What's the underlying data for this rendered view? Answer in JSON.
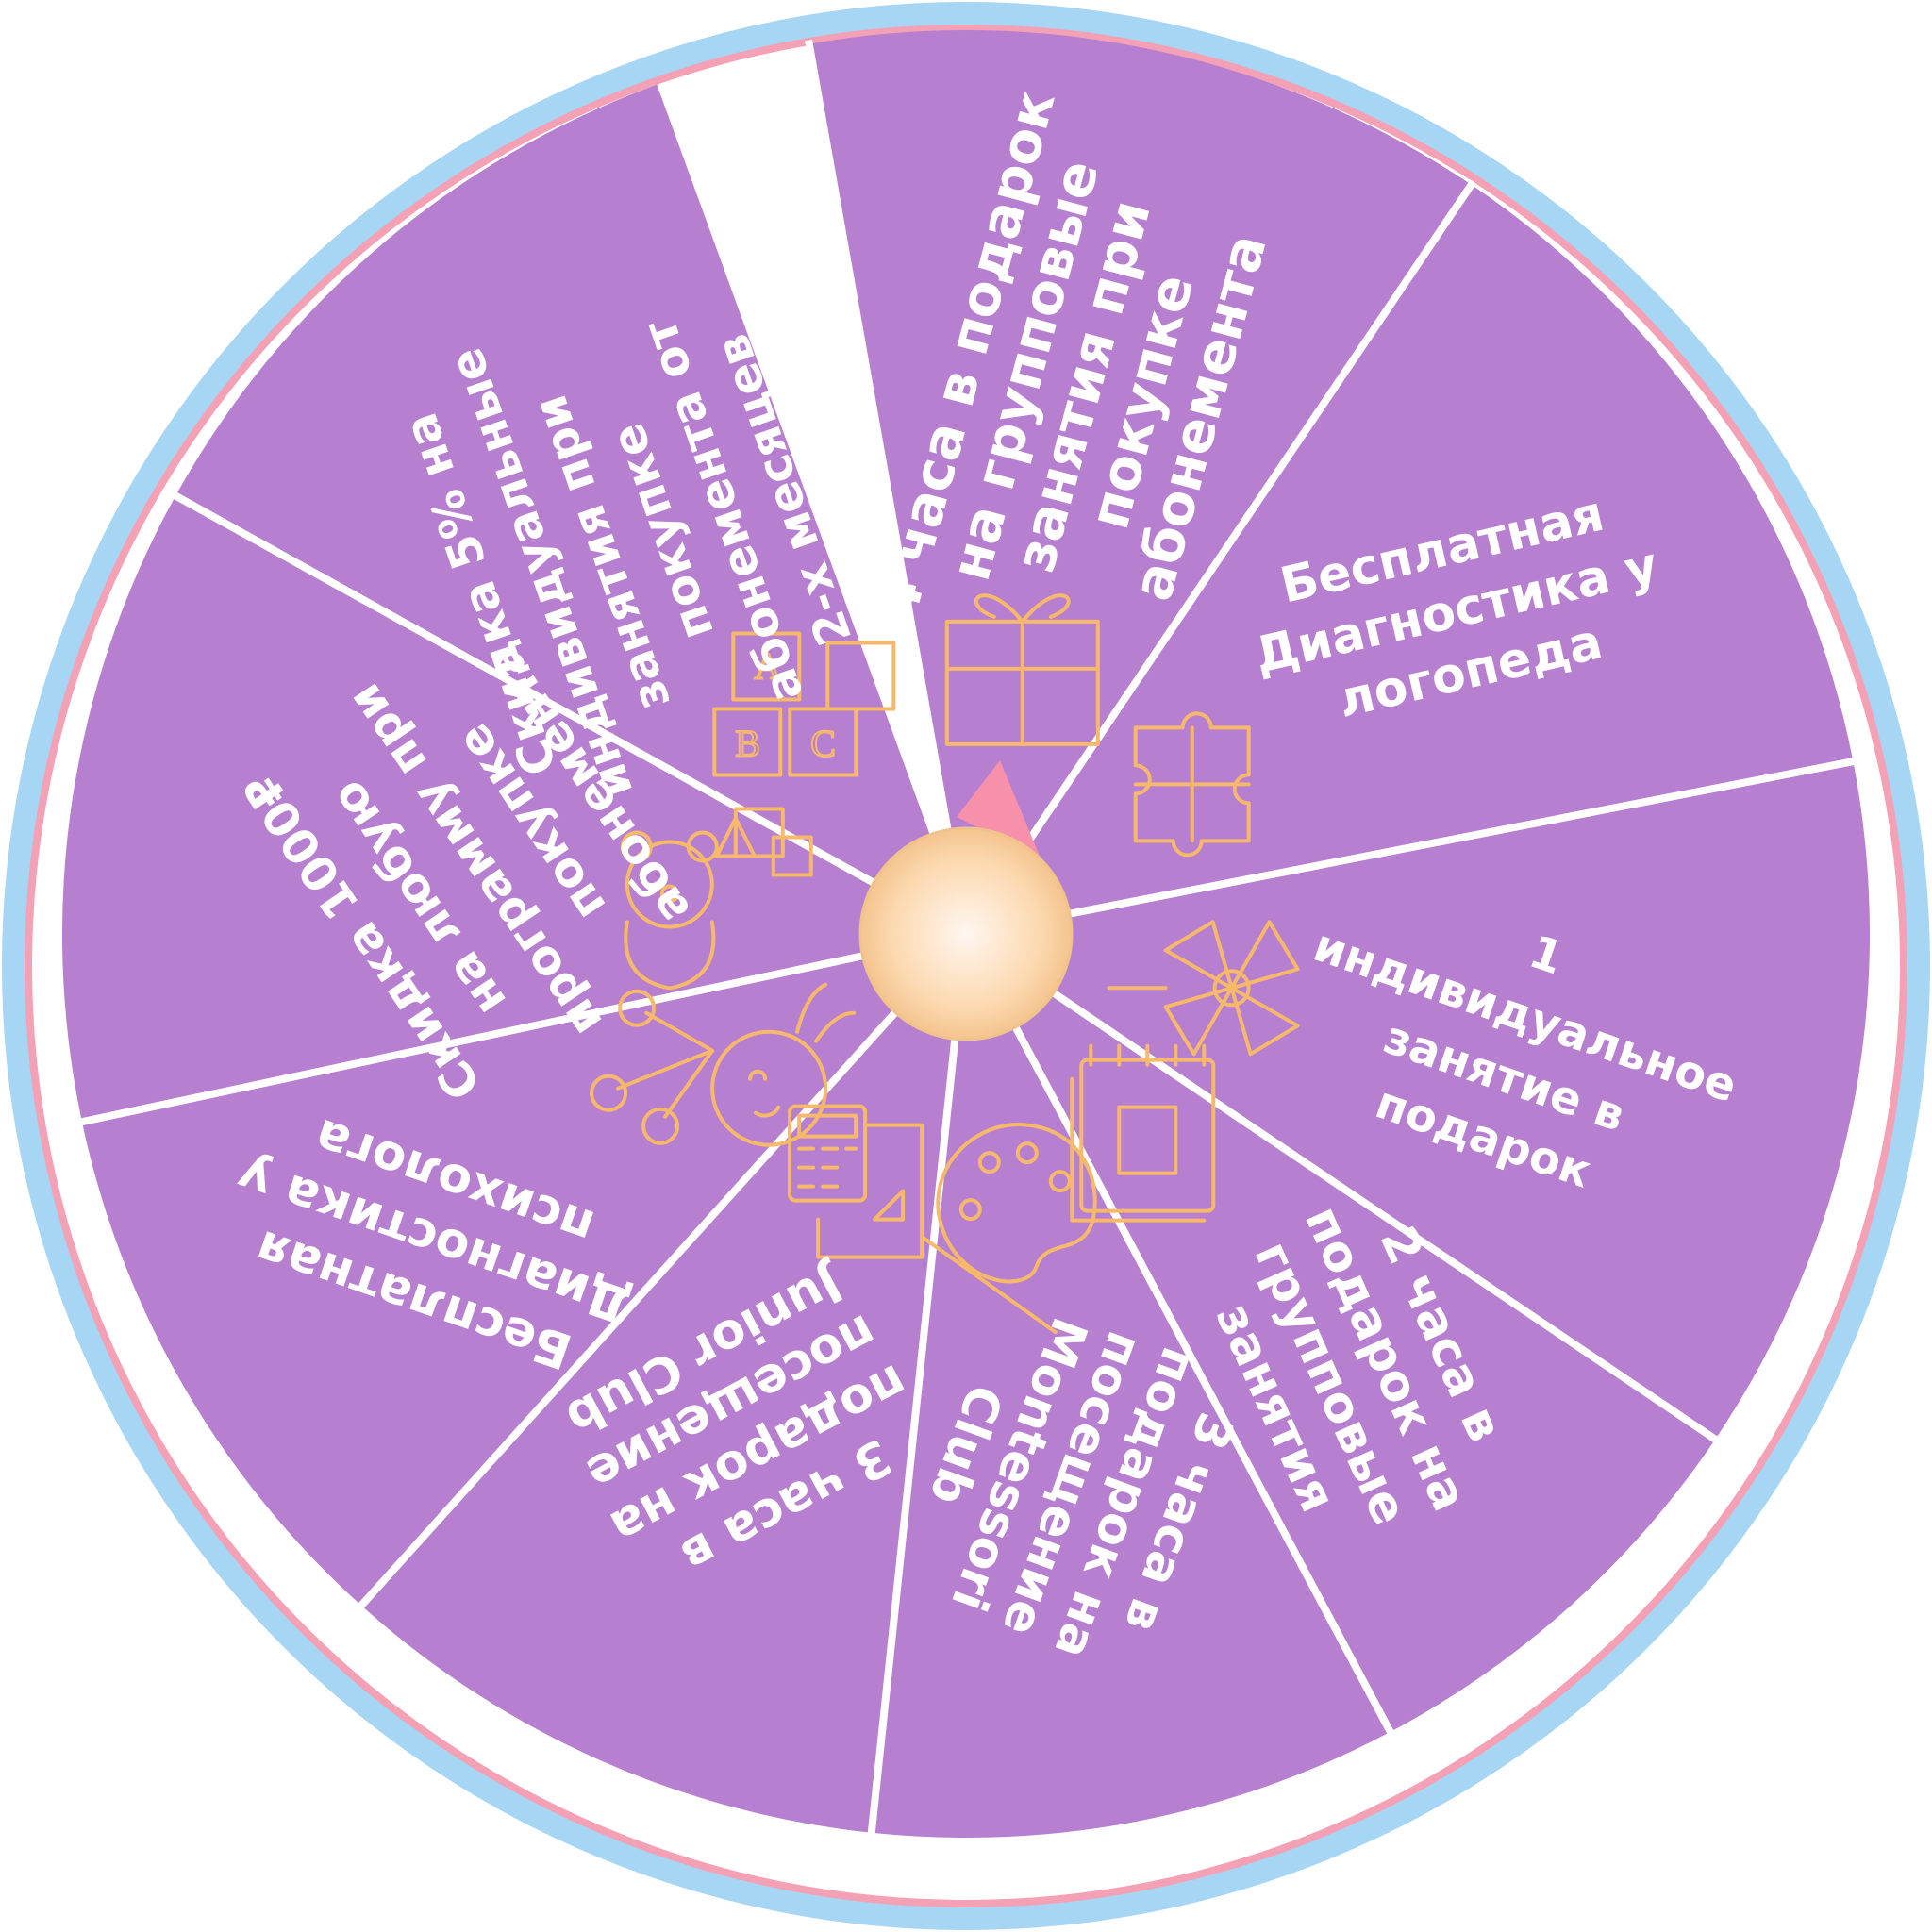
{
  "colors": {
    "outer_ring": "#a6d6f4",
    "pink_ring": "#f4a1b6",
    "segment_fill": "#b67fcf",
    "divider": "#ffffff",
    "icon_stroke": "#f6b96b",
    "pointer": "#f790ab",
    "hub": "#fcd3a6"
  },
  "wheel": {
    "segments": [
      {
        "label_lines": [
          "4 часа в подарок",
          "на групповые",
          "занятия при",
          "покупке",
          "абонемента"
        ],
        "icon": "gift-icon"
      },
      {
        "label_lines": [
          "Бесплатная",
          "Диагностика у",
          "логопеда"
        ],
        "icon": "puzzle-icon"
      },
      {
        "label_lines": [
          "1",
          "индивидуальное",
          "занятие в",
          "подарок"
        ],
        "icon": "pinwheel-icon"
      },
      {
        "label_lines": [
          "2 часа в",
          "подарок на",
          "групповые",
          "занятия"
        ],
        "icon": "notebook-icon"
      },
      {
        "label_lines": [
          "3 часа в",
          "подарок на",
          "посещение",
          "Montessori",
          "Club"
        ],
        "icon": "palette-icon"
      },
      {
        "label_lines": [
          "3 часа в",
          "подарок на",
          "посещение",
          "Junior Club"
        ],
        "icon": "calculator-icon"
      },
      {
        "label_lines": [
          "Бесплатная",
          "Диагностика у",
          "психолога"
        ],
        "icon": "brain-icon"
      },
      {
        "label_lines": [
          "Скидка  1000₽",
          "на любую",
          "программу при",
          "покупке",
          "абонемента"
        ],
        "icon": "teddy-bear-icon"
      },
      {
        "label_lines": [
          "Скидка 5% на",
          "индивидуальные",
          "занятия при",
          "покупке",
          "абонемента от",
          "2-х месяцев"
        ],
        "icon": "abc-blocks-icon"
      }
    ]
  }
}
